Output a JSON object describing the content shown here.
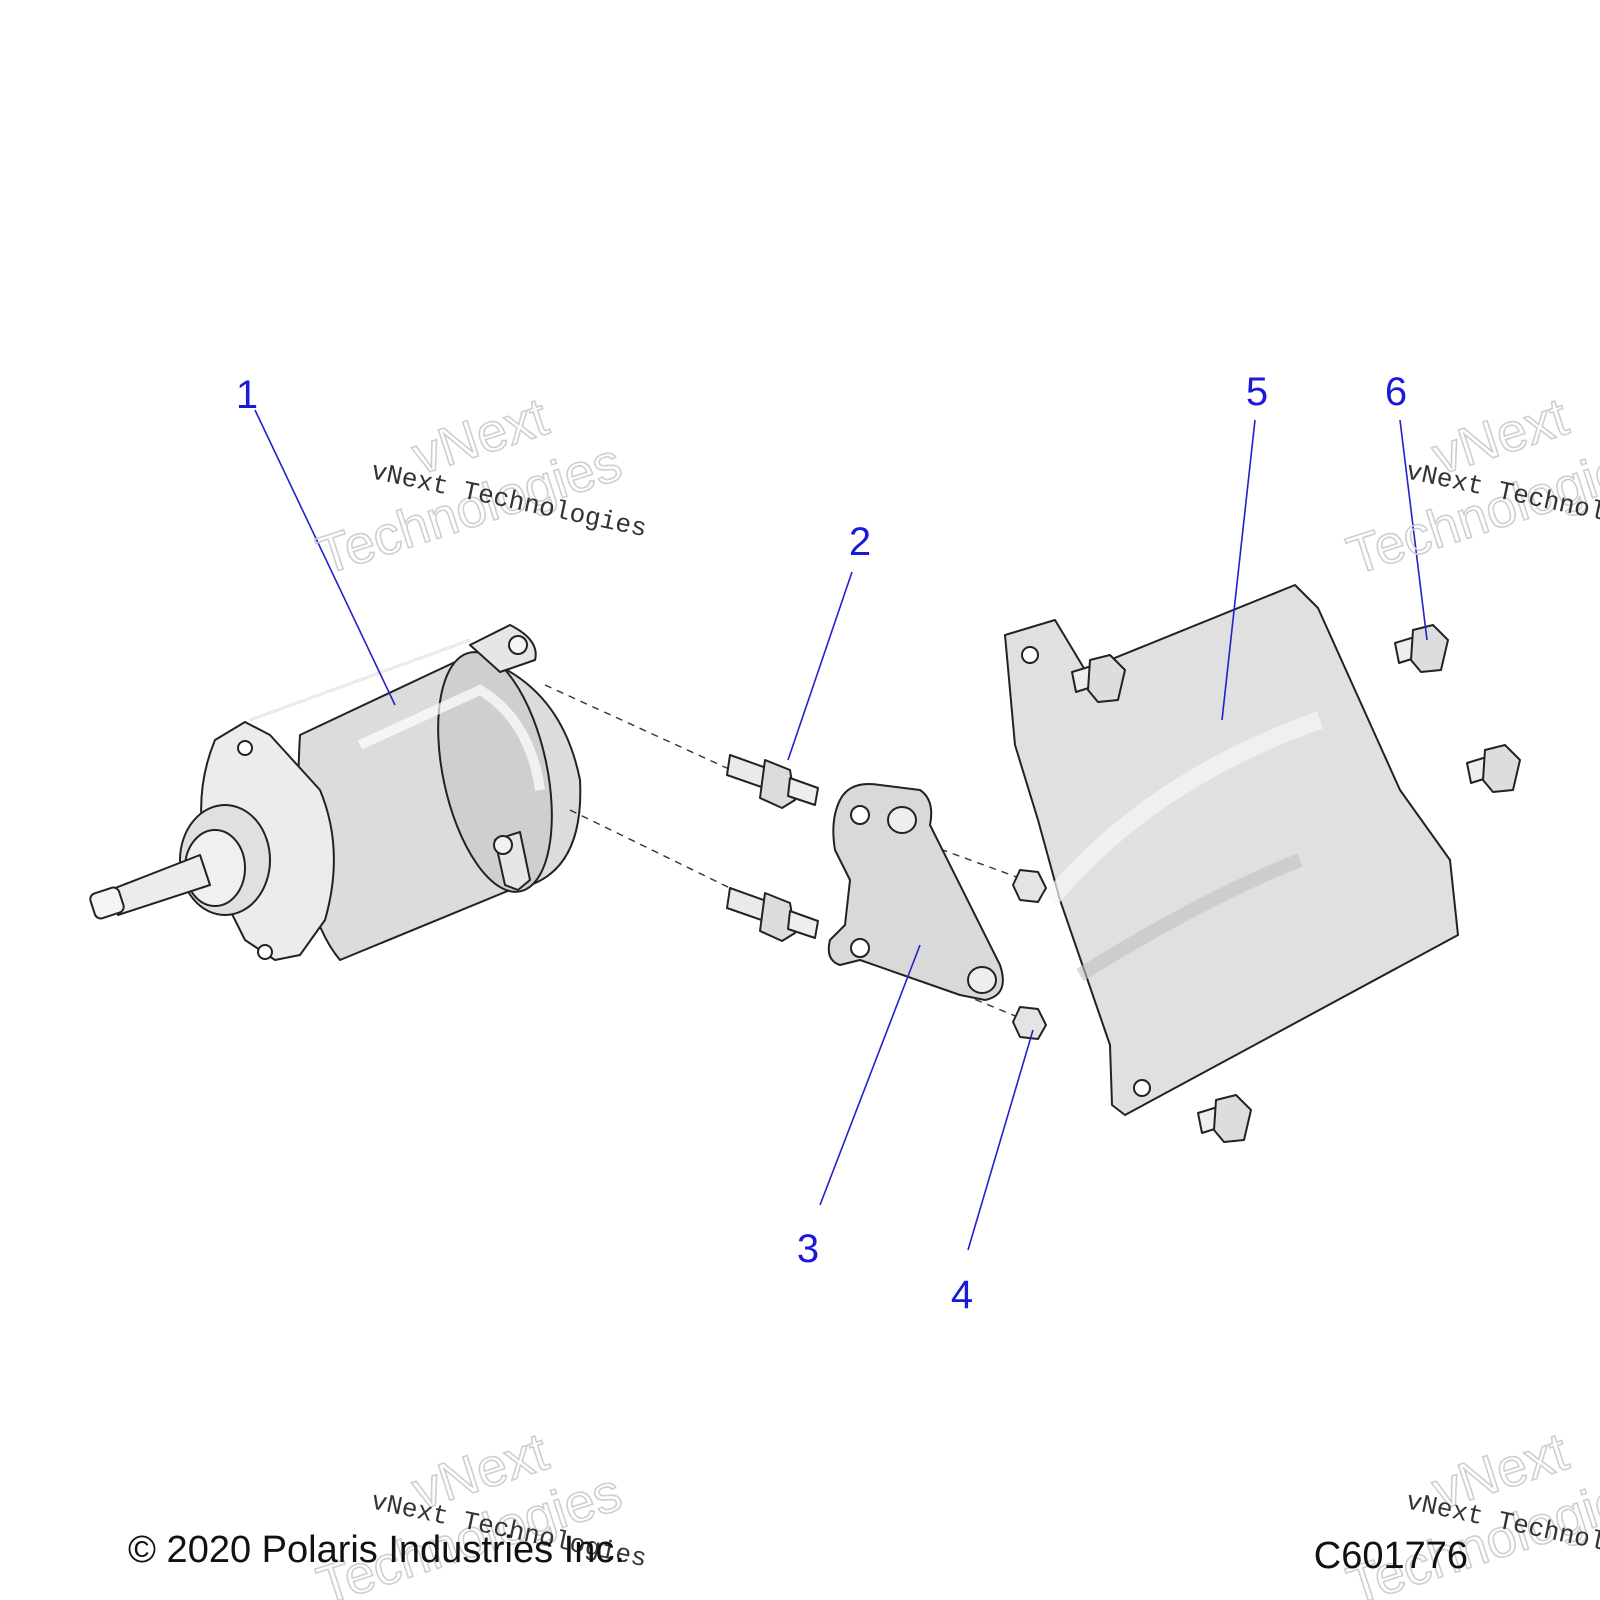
{
  "callouts": [
    {
      "id": "1",
      "label": "1"
    },
    {
      "id": "2",
      "label": "2"
    },
    {
      "id": "3",
      "label": "3"
    },
    {
      "id": "4",
      "label": "4"
    },
    {
      "id": "5",
      "label": "5"
    },
    {
      "id": "6",
      "label": "6"
    }
  ],
  "watermark": {
    "small": "vNext Technologies",
    "big_line1": "vNext",
    "big_line2": "Technologies"
  },
  "footer": {
    "copyright": "© 2020 Polaris Industries Inc.",
    "figure_id": "C601776"
  },
  "colors": {
    "callout": "#1a1ad8",
    "part_fill": "#e4e4e4",
    "part_shade": "#c9c9c9"
  }
}
